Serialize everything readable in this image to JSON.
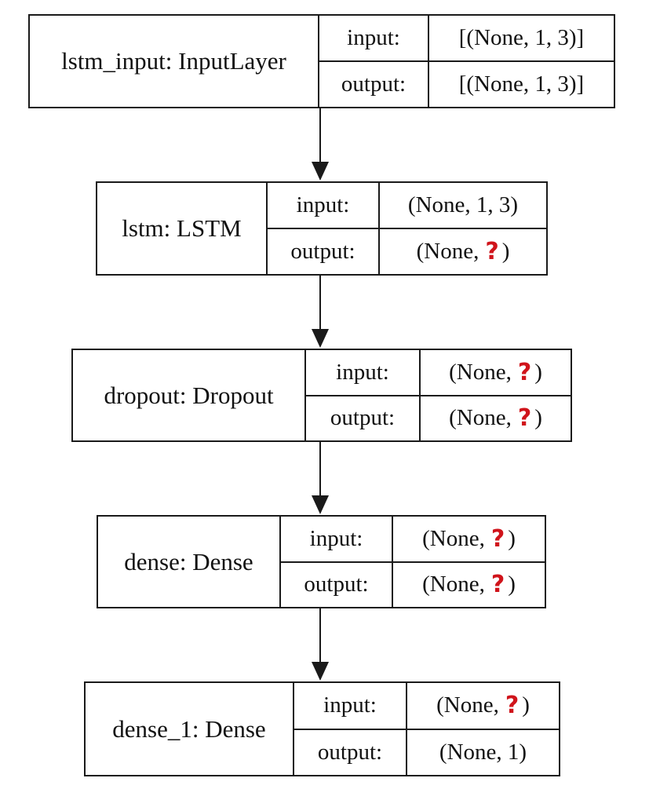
{
  "nodes": [
    {
      "name": "lstm_input: InputLayer",
      "input_label": "input:",
      "input_value": "[(None, 1, 3)]",
      "output_label": "output:",
      "output_value": "[(None, 1, 3)]"
    },
    {
      "name": "lstm: LSTM",
      "input_label": "input:",
      "input_value": "(None, 1, 3)",
      "output_label": "output:",
      "output_value": "(None, ",
      "output_unknown": "?",
      "output_close": ")"
    },
    {
      "name": "dropout: Dropout",
      "input_label": "input:",
      "input_value": "(None, ",
      "input_unknown": "?",
      "input_close": ")",
      "output_label": "output:",
      "output_value": "(None, ",
      "output_unknown": "?",
      "output_close": ")"
    },
    {
      "name": "dense: Dense",
      "input_label": "input:",
      "input_value": "(None, ",
      "input_unknown": "?",
      "input_close": ")",
      "output_label": "output:",
      "output_value": "(None, ",
      "output_unknown": "?",
      "output_close": ")"
    },
    {
      "name": "dense_1: Dense",
      "input_label": "input:",
      "input_value": "(None, ",
      "input_unknown": "?",
      "input_close": ")",
      "output_label": "output:",
      "output_value": "(None, 1)"
    }
  ],
  "colors": {
    "border": "#1a1a1a",
    "unknown_marker": "#d0141b"
  }
}
